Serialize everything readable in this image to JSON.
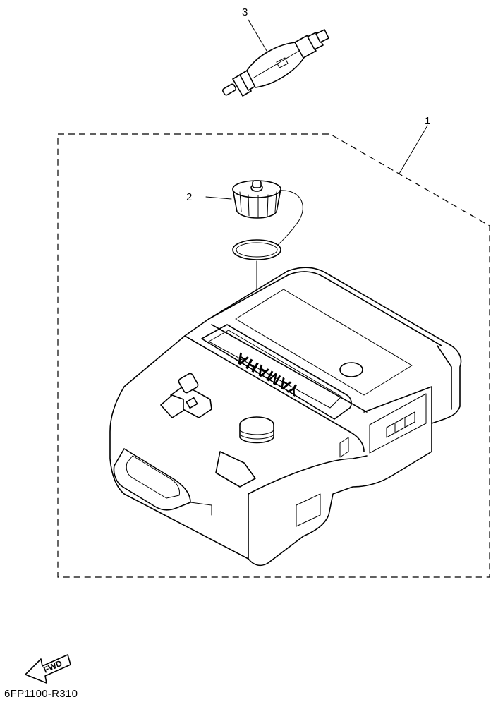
{
  "diagram": {
    "callouts": [
      {
        "label": "1"
      },
      {
        "label": "2"
      },
      {
        "label": "3"
      }
    ],
    "tank_brand": "YAMAHA",
    "fwd_label": "FWD",
    "drawing_code": "6FP1100-R310",
    "icons": [
      "primer-bulb-icon",
      "fuel-cap-icon",
      "fuel-tank-icon",
      "fwd-arrow-icon"
    ]
  }
}
